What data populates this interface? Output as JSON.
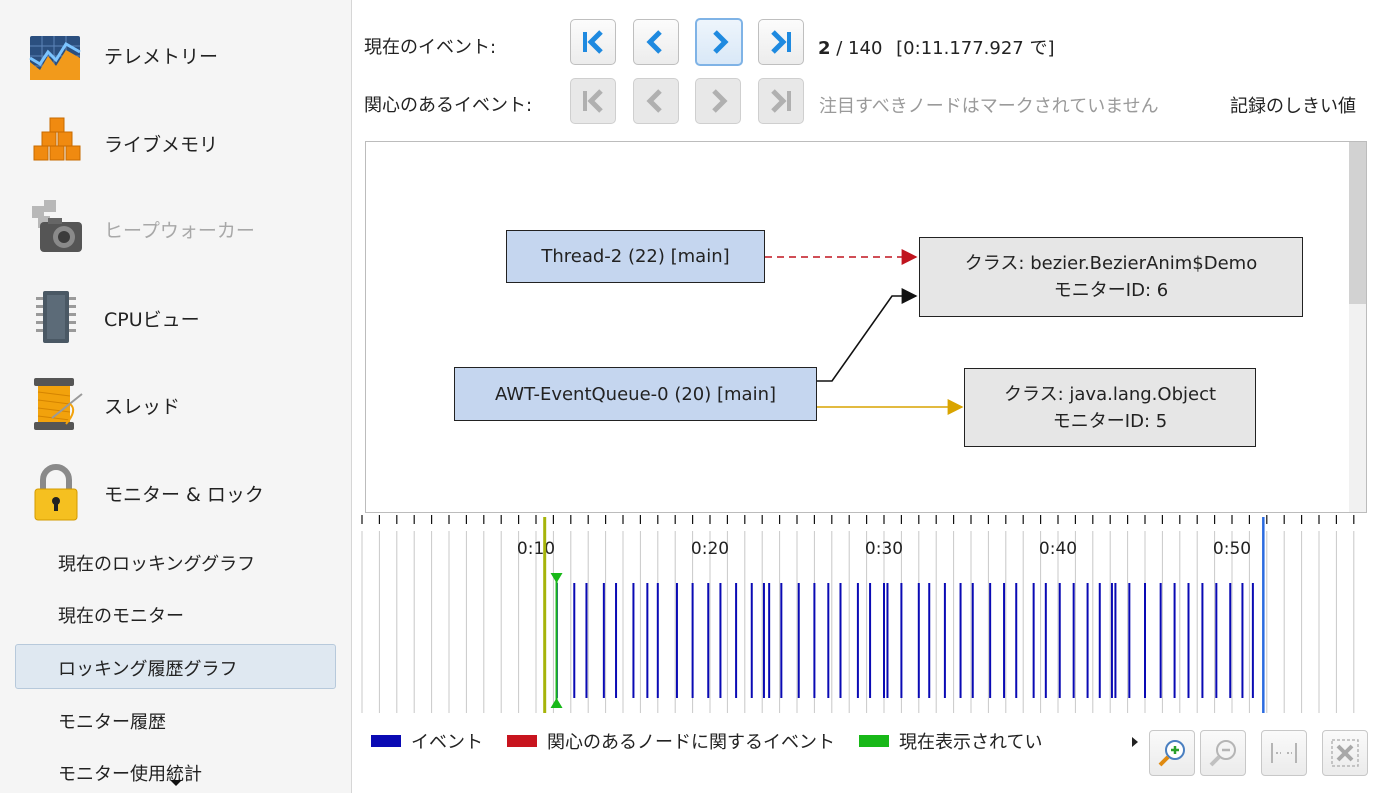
{
  "sidebar": {
    "items": [
      {
        "label": "テレメトリー",
        "icon": "telemetry-chart-icon"
      },
      {
        "label": "ライブメモリ",
        "icon": "live-memory-blocks-icon"
      },
      {
        "label": "ヒープウォーカー",
        "icon": "heap-walker-camera-icon",
        "disabled": true
      },
      {
        "label": "CPUビュー",
        "icon": "cpu-chip-icon"
      },
      {
        "label": "スレッド",
        "icon": "thread-spool-icon"
      },
      {
        "label": "モニター & ロック",
        "icon": "padlock-icon"
      }
    ],
    "subitems": [
      {
        "label": "現在のロッキンググラフ"
      },
      {
        "label": "現在のモニター"
      },
      {
        "label": "ロッキング履歴グラフ",
        "selected": true
      },
      {
        "label": "モニター履歴"
      },
      {
        "label": "モニター使用統計"
      }
    ]
  },
  "toolbar": {
    "current_event_label": "現在のイベント:",
    "interest_event_label": "関心のあるイベント:",
    "event_index": "2",
    "event_total": "/ 140",
    "event_time": "[0:11.177.927 で]",
    "no_marked_nodes": "注目すべきノードはマークされていません",
    "threshold_label": "記録のしきい値"
  },
  "graph": {
    "nodes": {
      "thread2": "Thread-2 (22) [main]",
      "awt": "AWT-EventQueue-0 (20) [main]",
      "mon6_class": "クラス: bezier.BezierAnim$Demo",
      "mon6_id": "モニターID: 6",
      "mon5_class": "クラス: java.lang.Object",
      "mon5_id": "モニターID: 5"
    },
    "edge_colors": {
      "waiting": "#c0141e",
      "owning": "#111111",
      "other": "#d9a400"
    }
  },
  "timeline": {
    "labels": [
      "0:10",
      "0:20",
      "0:30",
      "0:40",
      "0:50"
    ],
    "label_seconds": [
      10,
      20,
      30,
      40,
      50
    ],
    "range_seconds": [
      0,
      57
    ],
    "current_seconds": 11.18,
    "view_start_seconds": 10.5,
    "end_marker_seconds": 51.8,
    "event_seconds": [
      11.2,
      12.2,
      12.9,
      13.9,
      14.6,
      15.6,
      16.4,
      17.0,
      18.1,
      19.0,
      19.9,
      20.6,
      21.5,
      22.4,
      23.1,
      23.4,
      24.1,
      25.1,
      26.0,
      26.8,
      27.5,
      28.5,
      29.2,
      30.0,
      30.2,
      31.0,
      32.0,
      32.6,
      33.5,
      34.4,
      35.1,
      36.1,
      36.9,
      37.6,
      38.6,
      39.3,
      40.1,
      40.9,
      41.7,
      42.4,
      43.1,
      43.3,
      44.1,
      45.0,
      45.9,
      46.7,
      47.5,
      48.3,
      49.1,
      49.9,
      50.6,
      51.2
    ],
    "colors": {
      "event": "#0a0ab4",
      "current": "#18b818",
      "view": "#a6b40a",
      "end": "#2b6be0"
    }
  },
  "legend": {
    "event": "イベント",
    "interest_event": "関心のあるノードに関するイベント",
    "current_shown": "現在表示されてい",
    "colors": {
      "event": "#0a0ab4",
      "interest": "#c8141e",
      "current": "#18b818"
    }
  }
}
